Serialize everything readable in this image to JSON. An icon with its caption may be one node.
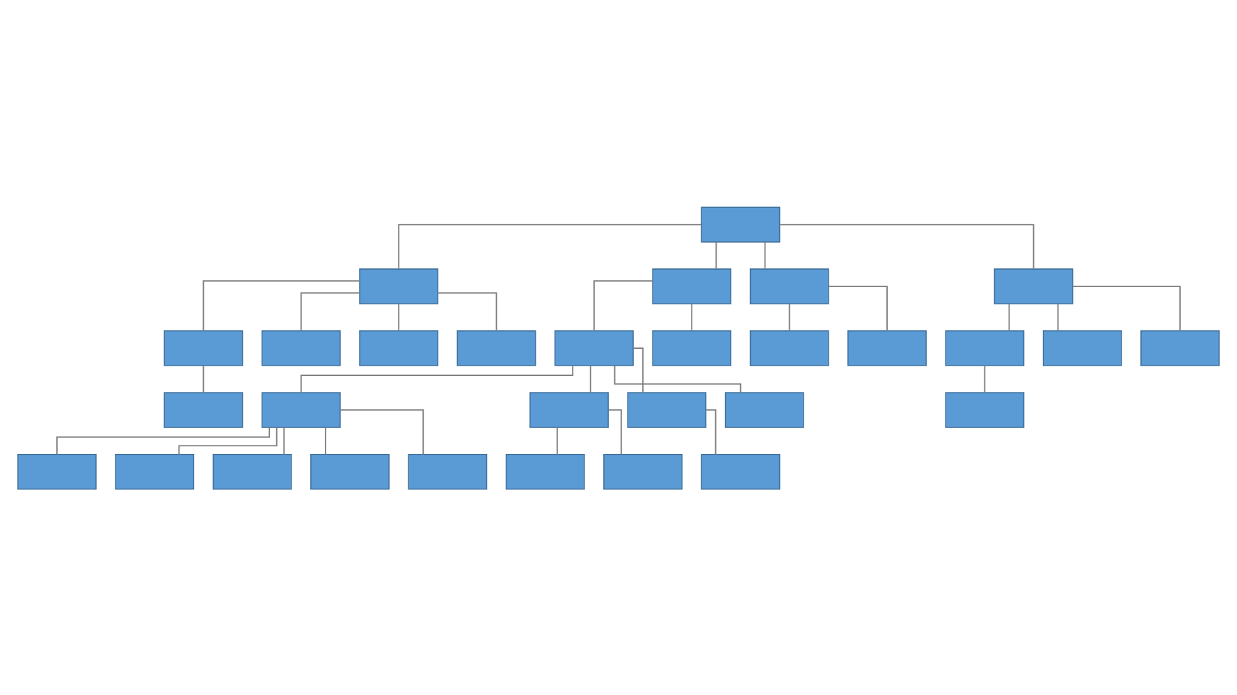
{
  "diagram": {
    "nodes": [
      {
        "text": [],
        "shape": "box"
      },
      {
        "text": [],
        "shape": "box"
      },
      {
        "text": [],
        "shape": "box"
      },
      {
        "text": [],
        "shape": "box"
      },
      {
        "text": [],
        "shape": "box"
      },
      {
        "text": [],
        "shape": "box"
      },
      {
        "text": [],
        "shape": "box"
      },
      {
        "text": [],
        "shape": "box"
      },
      {
        "text": [],
        "shape": "box"
      },
      {
        "text": [],
        "shape": "box"
      },
      {
        "text": [],
        "shape": "box"
      },
      {
        "text": [],
        "shape": "box"
      },
      {
        "text": [],
        "shape": "box"
      },
      {
        "text": [],
        "shape": "box"
      },
      {
        "text": [],
        "shape": "box"
      },
      {
        "text": [],
        "shape": "box"
      },
      {
        "text": [],
        "shape": "box"
      },
      {
        "text": [],
        "shape": "box"
      },
      {
        "text": [],
        "shape": "box"
      },
      {
        "text": [],
        "shape": "box"
      },
      {
        "text": [],
        "shape": "box"
      },
      {
        "text": [],
        "shape": "box"
      },
      {
        "text": [],
        "shape": "box"
      },
      {
        "text": [],
        "shape": "box"
      },
      {
        "text": [],
        "shape": "box"
      },
      {
        "text": [],
        "shape": "box"
      },
      {
        "text": [],
        "shape": "box"
      },
      {
        "text": [],
        "shape": "box"
      },
      {
        "text": [],
        "shape": "box"
      },
      {
        "text": [],
        "shape": "box"
      }
    ],
    "edges": [
      {
        "from": 0,
        "to": 1,
        "arrow": "none"
      },
      {
        "from": 0,
        "to": 2,
        "arrow": "none"
      },
      {
        "from": 0,
        "to": 3,
        "arrow": "none"
      },
      {
        "from": 0,
        "to": 4,
        "arrow": "none"
      },
      {
        "from": 1,
        "to": 5,
        "arrow": "none"
      },
      {
        "from": 1,
        "to": 6,
        "arrow": "none"
      },
      {
        "from": 1,
        "to": 7,
        "arrow": "none"
      },
      {
        "from": 1,
        "to": 8,
        "arrow": "none"
      },
      {
        "from": 2,
        "to": 9,
        "arrow": "none"
      },
      {
        "from": 2,
        "to": 10,
        "arrow": "none"
      },
      {
        "from": 3,
        "to": 11,
        "arrow": "none"
      },
      {
        "from": 3,
        "to": 12,
        "arrow": "none"
      },
      {
        "from": 4,
        "to": 13,
        "arrow": "none"
      },
      {
        "from": 4,
        "to": 14,
        "arrow": "none"
      },
      {
        "from": 4,
        "to": 15,
        "arrow": "none"
      },
      {
        "from": 5,
        "to": 16,
        "arrow": "none"
      },
      {
        "from": 9,
        "to": 17,
        "arrow": "none"
      },
      {
        "from": 9,
        "to": 18,
        "arrow": "none"
      },
      {
        "from": 9,
        "to": 19,
        "arrow": "none"
      },
      {
        "from": 9,
        "to": 20,
        "arrow": "none"
      },
      {
        "from": 13,
        "to": 21,
        "arrow": "none"
      },
      {
        "from": 17,
        "to": 22,
        "arrow": "none"
      },
      {
        "from": 17,
        "to": 23,
        "arrow": "none"
      },
      {
        "from": 17,
        "to": 24,
        "arrow": "none"
      },
      {
        "from": 17,
        "to": 25,
        "arrow": "none"
      },
      {
        "from": 17,
        "to": 26,
        "arrow": "none"
      },
      {
        "from": 18,
        "to": 27,
        "arrow": "none"
      },
      {
        "from": 18,
        "to": 28,
        "arrow": "none"
      },
      {
        "from": 19,
        "to": 29,
        "arrow": "none"
      }
    ]
  }
}
